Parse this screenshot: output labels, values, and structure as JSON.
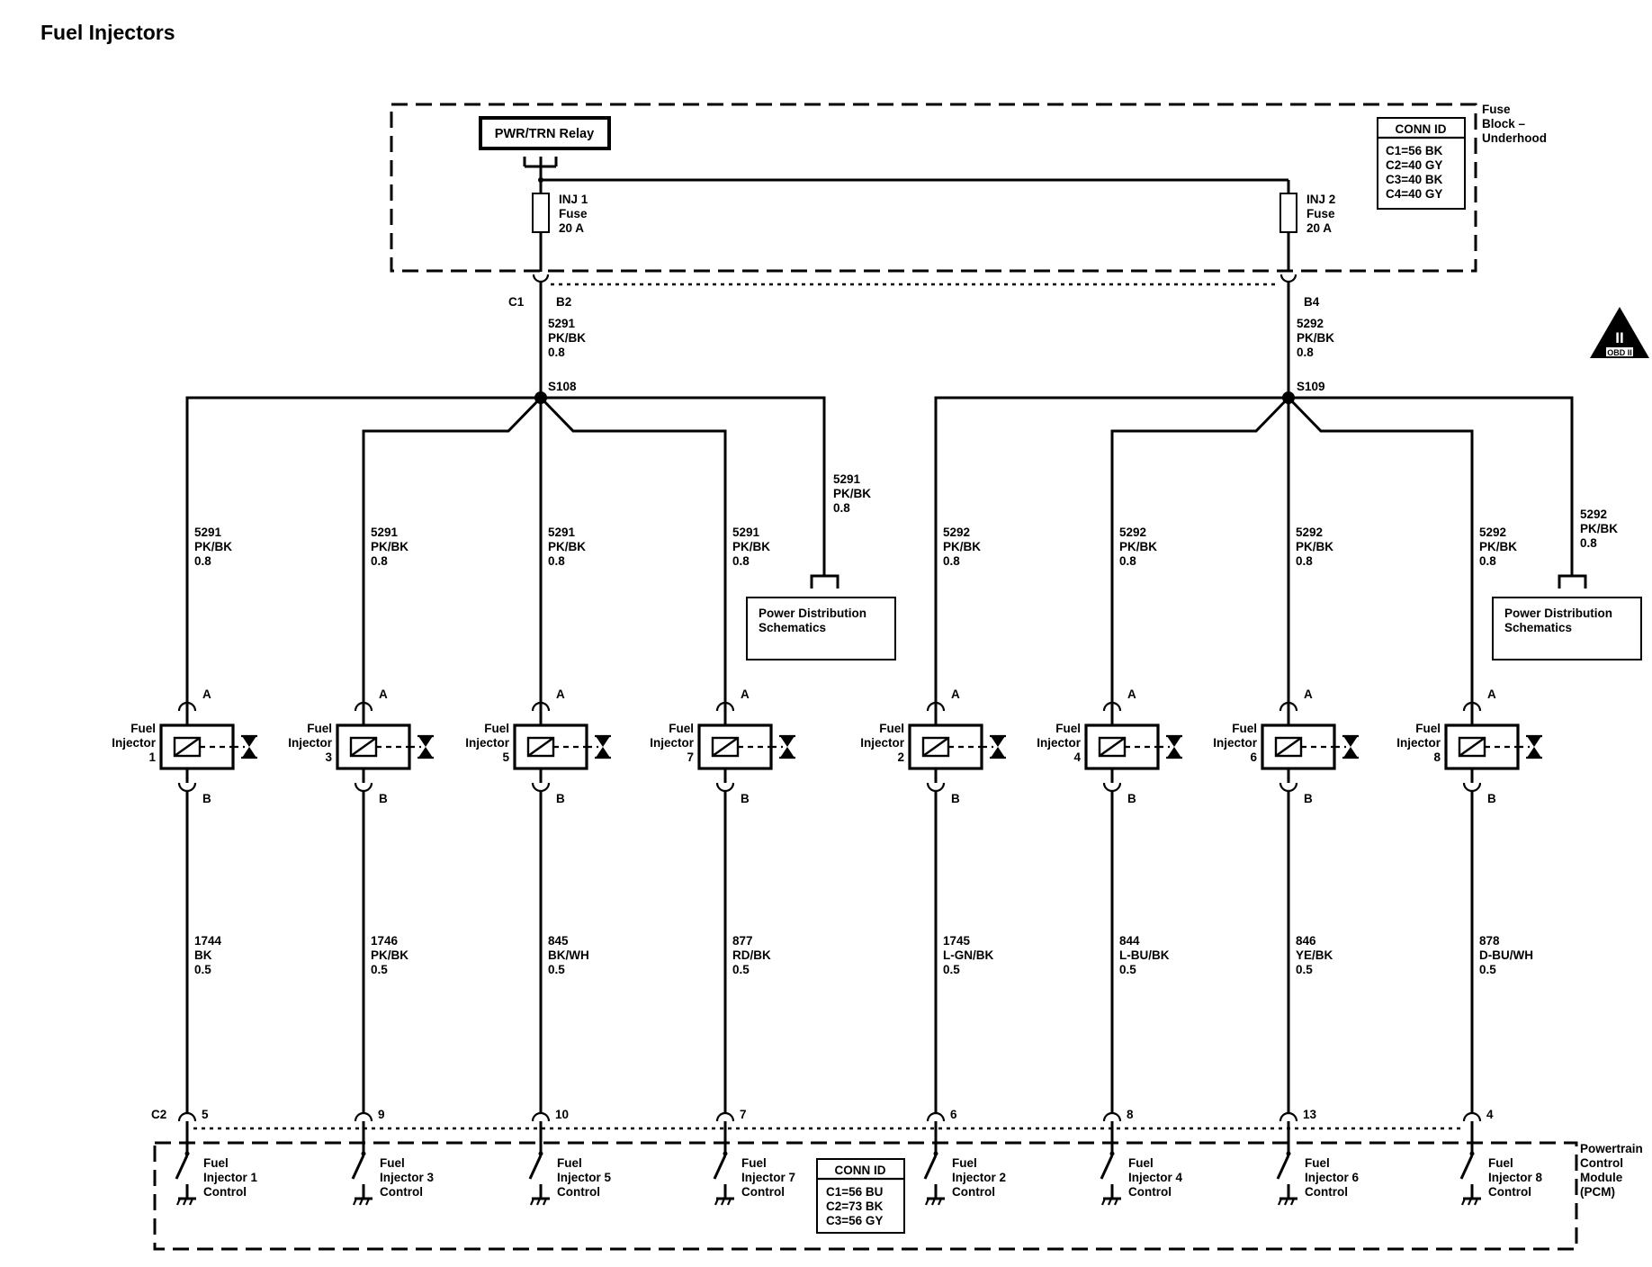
{
  "title": "Fuel Injectors",
  "fuse_block": {
    "label_lines": [
      "Fuse",
      "Block –",
      "Underhood"
    ],
    "conn_id": {
      "header": "CONN ID",
      "lines": [
        "C1=56 BK",
        "C2=40 GY",
        "C3=40 BK",
        "C4=40 GY"
      ]
    },
    "relay": "PWR/TRN Relay",
    "fuses": [
      {
        "lines": [
          "INJ 1",
          "Fuse",
          "20 A"
        ]
      },
      {
        "lines": [
          "INJ 2",
          "Fuse",
          "20 A"
        ]
      }
    ],
    "connector": "C1",
    "pins": [
      "B2",
      "B4"
    ]
  },
  "feeds": [
    {
      "circuit": "5291",
      "color": "PK/BK",
      "gauge": "0.8",
      "splice": "S108"
    },
    {
      "circuit": "5292",
      "color": "PK/BK",
      "gauge": "0.8",
      "splice": "S109"
    }
  ],
  "power_distribution": [
    {
      "wire": {
        "circuit": "5291",
        "color": "PK/BK",
        "gauge": "0.8"
      },
      "lines": [
        "Power Distribution",
        "Schematics"
      ]
    },
    {
      "wire": {
        "circuit": "5292",
        "color": "PK/BK",
        "gauge": "0.8"
      },
      "lines": [
        "Power Distribution",
        "Schematics"
      ]
    }
  ],
  "obd": {
    "roman": "II",
    "label": "OBD II"
  },
  "injector_pin_a": "A",
  "injector_pin_b": "B",
  "injectors": [
    {
      "label": [
        "Fuel",
        "Injector",
        "1"
      ],
      "feed": {
        "circuit": "5291",
        "color": "PK/BK",
        "gauge": "0.8"
      },
      "ctrl": {
        "circuit": "1744",
        "color": "BK",
        "gauge": "0.5"
      },
      "pcm_pin": "5",
      "pcm_label": [
        "Fuel",
        "Injector 1",
        "Control"
      ]
    },
    {
      "label": [
        "Fuel",
        "Injector",
        "3"
      ],
      "feed": {
        "circuit": "5291",
        "color": "PK/BK",
        "gauge": "0.8"
      },
      "ctrl": {
        "circuit": "1746",
        "color": "PK/BK",
        "gauge": "0.5"
      },
      "pcm_pin": "9",
      "pcm_label": [
        "Fuel",
        "Injector 3",
        "Control"
      ]
    },
    {
      "label": [
        "Fuel",
        "Injector",
        "5"
      ],
      "feed": {
        "circuit": "5291",
        "color": "PK/BK",
        "gauge": "0.8"
      },
      "ctrl": {
        "circuit": "845",
        "color": "BK/WH",
        "gauge": "0.5"
      },
      "pcm_pin": "10",
      "pcm_label": [
        "Fuel",
        "Injector 5",
        "Control"
      ]
    },
    {
      "label": [
        "Fuel",
        "Injector",
        "7"
      ],
      "feed": {
        "circuit": "5291",
        "color": "PK/BK",
        "gauge": "0.8"
      },
      "ctrl": {
        "circuit": "877",
        "color": "RD/BK",
        "gauge": "0.5"
      },
      "pcm_pin": "7",
      "pcm_label": [
        "Fuel",
        "Injector 7",
        "Control"
      ]
    },
    {
      "label": [
        "Fuel",
        "Injector",
        "2"
      ],
      "feed": {
        "circuit": "5292",
        "color": "PK/BK",
        "gauge": "0.8"
      },
      "ctrl": {
        "circuit": "1745",
        "color": "L-GN/BK",
        "gauge": "0.5"
      },
      "pcm_pin": "6",
      "pcm_label": [
        "Fuel",
        "Injector 2",
        "Control"
      ]
    },
    {
      "label": [
        "Fuel",
        "Injector",
        "4"
      ],
      "feed": {
        "circuit": "5292",
        "color": "PK/BK",
        "gauge": "0.8"
      },
      "ctrl": {
        "circuit": "844",
        "color": "L-BU/BK",
        "gauge": "0.5"
      },
      "pcm_pin": "8",
      "pcm_label": [
        "Fuel",
        "Injector 4",
        "Control"
      ]
    },
    {
      "label": [
        "Fuel",
        "Injector",
        "6"
      ],
      "feed": {
        "circuit": "5292",
        "color": "PK/BK",
        "gauge": "0.8"
      },
      "ctrl": {
        "circuit": "846",
        "color": "YE/BK",
        "gauge": "0.5"
      },
      "pcm_pin": "13",
      "pcm_label": [
        "Fuel",
        "Injector 6",
        "Control"
      ]
    },
    {
      "label": [
        "Fuel",
        "Injector",
        "8"
      ],
      "feed": {
        "circuit": "5292",
        "color": "PK/BK",
        "gauge": "0.8"
      },
      "ctrl": {
        "circuit": "878",
        "color": "D-BU/WH",
        "gauge": "0.5"
      },
      "pcm_pin": "4",
      "pcm_label": [
        "Fuel",
        "Injector 8",
        "Control"
      ]
    }
  ],
  "pcm": {
    "connector": "C2",
    "label_lines": [
      "Powertrain",
      "Control",
      "Module",
      "(PCM)"
    ],
    "conn_id": {
      "header": "CONN ID",
      "lines": [
        "C1=56 BU",
        "C2=73 BK",
        "C3=56 GY"
      ]
    }
  }
}
